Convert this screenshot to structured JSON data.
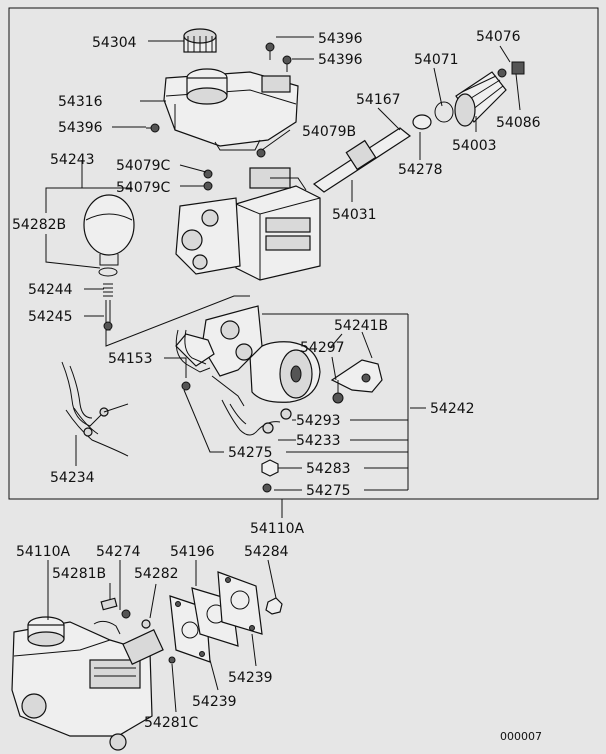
{
  "diagram_code": "000007",
  "assembly_box_label": "54110A",
  "labels": {
    "l54304": "54304",
    "l54396a": "54396",
    "l54396b": "54396",
    "l54076": "54076",
    "l54316": "54316",
    "l54071": "54071",
    "l54167": "54167",
    "l54396c": "54396",
    "l54086": "54086",
    "l54079Ba": "54079B",
    "l54003": "54003",
    "l54243": "54243",
    "l54079Ca": "54079C",
    "l54278": "54278",
    "l54079Cb": "54079C",
    "l54282B": "54282B",
    "l54031": "54031",
    "l54244": "54244",
    "l54245": "54245",
    "l54241B": "54241B",
    "l54297": "54297",
    "l54153": "54153",
    "l54242": "54242",
    "l54293": "54293",
    "l54233": "54233",
    "l54234": "54234",
    "l54275a": "54275",
    "l54283": "54283",
    "l54275b": "54275",
    "l54110Ab": "54110A",
    "l54274": "54274",
    "l54196": "54196",
    "l54284": "54284",
    "l54281B": "54281B",
    "l54282": "54282",
    "l54239a": "54239",
    "l54239b": "54239",
    "l54281C": "54281C"
  }
}
